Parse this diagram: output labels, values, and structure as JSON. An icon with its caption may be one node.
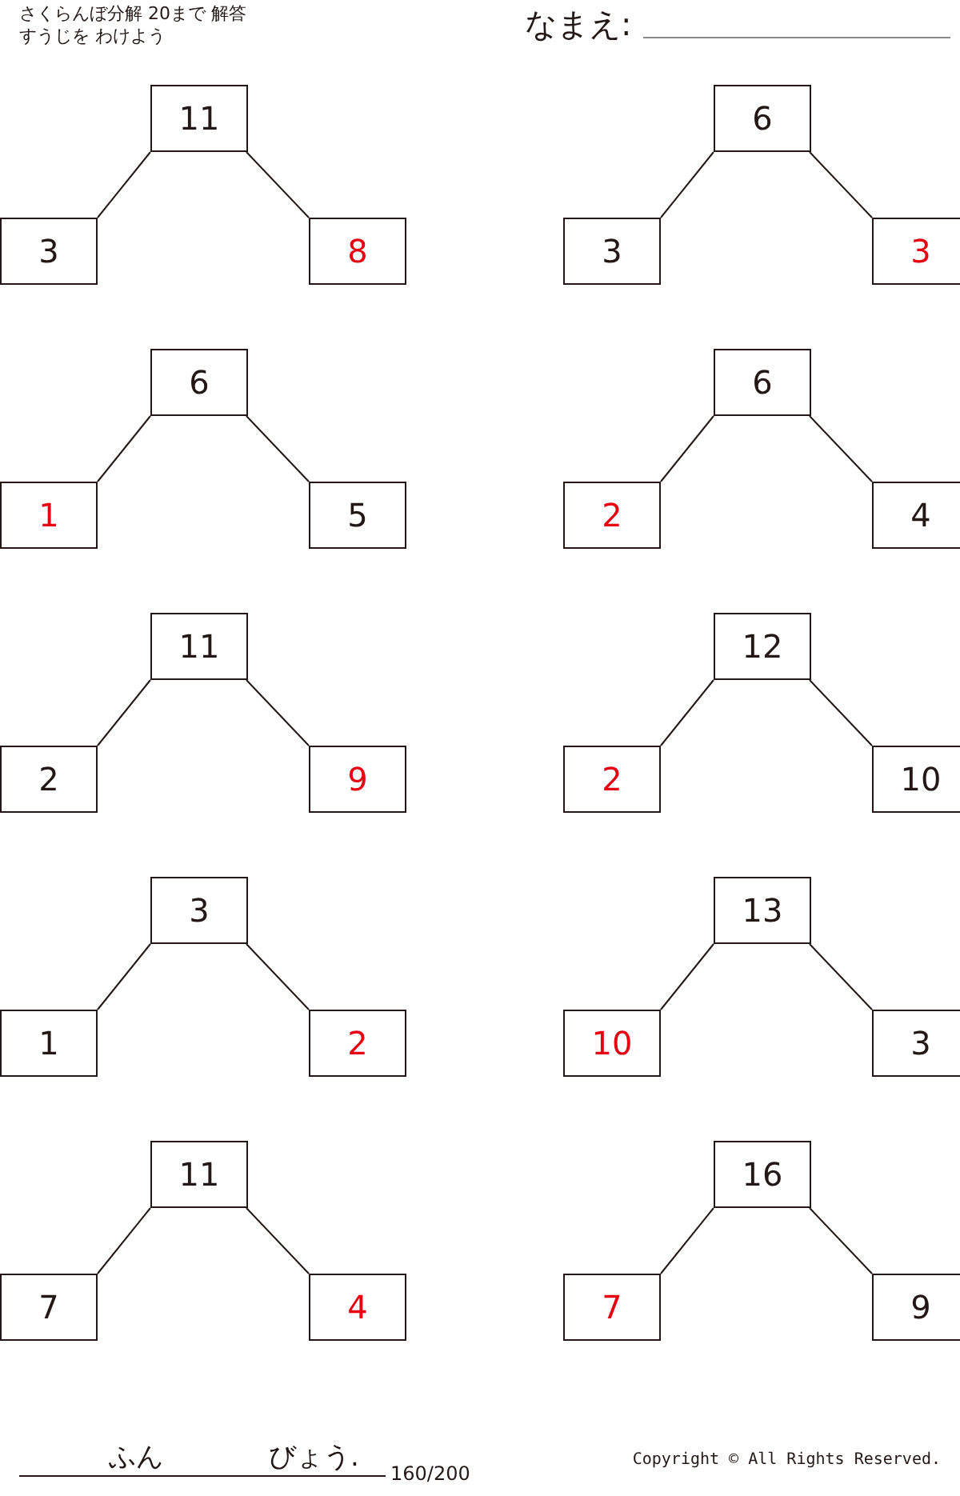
{
  "diagram": {
    "title": "さくらんぼ分解 20まで 解答",
    "nodes": [
      {
        "text": [
          "11"
        ]
      },
      {
        "text": [
          "3"
        ]
      },
      {
        "text": [
          "8"
        ]
      },
      {
        "text": [
          "6"
        ]
      },
      {
        "text": [
          "3"
        ]
      },
      {
        "text": [
          "3"
        ]
      },
      {
        "text": [
          "6"
        ]
      },
      {
        "text": [
          "1"
        ]
      },
      {
        "text": [
          "5"
        ]
      },
      {
        "text": [
          "6"
        ]
      },
      {
        "text": [
          "2"
        ]
      },
      {
        "text": [
          "4"
        ]
      },
      {
        "text": [
          "11"
        ]
      },
      {
        "text": [
          "2"
        ]
      },
      {
        "text": [
          "9"
        ]
      },
      {
        "text": [
          "12"
        ]
      },
      {
        "text": [
          "2"
        ]
      },
      {
        "text": [
          "10"
        ]
      },
      {
        "text": [
          "3"
        ]
      },
      {
        "text": [
          "1"
        ]
      },
      {
        "text": [
          "2"
        ]
      },
      {
        "text": [
          "13"
        ]
      },
      {
        "text": [
          "10"
        ]
      },
      {
        "text": [
          "3"
        ]
      },
      {
        "text": [
          "11"
        ]
      },
      {
        "text": [
          "7"
        ]
      },
      {
        "text": [
          "4"
        ]
      },
      {
        "text": [
          "16"
        ]
      },
      {
        "text": [
          "7"
        ]
      },
      {
        "text": [
          "9"
        ]
      }
    ],
    "edges": [
      {
        "from": 0,
        "to": 1,
        "arrow": "none"
      },
      {
        "from": 0,
        "to": 2,
        "arrow": "none"
      },
      {
        "from": 3,
        "to": 4,
        "arrow": "none"
      },
      {
        "from": 3,
        "to": 5,
        "arrow": "none"
      },
      {
        "from": 6,
        "to": 7,
        "arrow": "none"
      },
      {
        "from": 6,
        "to": 8,
        "arrow": "none"
      },
      {
        "from": 9,
        "to": 10,
        "arrow": "none"
      },
      {
        "from": 9,
        "to": 11,
        "arrow": "none"
      },
      {
        "from": 12,
        "to": 13,
        "arrow": "none"
      },
      {
        "from": 12,
        "to": 14,
        "arrow": "none"
      },
      {
        "from": 15,
        "to": 16,
        "arrow": "none"
      },
      {
        "from": 15,
        "to": 17,
        "arrow": "none"
      },
      {
        "from": 18,
        "to": 19,
        "arrow": "none"
      },
      {
        "from": 18,
        "to": 20,
        "arrow": "none"
      },
      {
        "from": 21,
        "to": 22,
        "arrow": "none"
      },
      {
        "from": 21,
        "to": 23,
        "arrow": "none"
      },
      {
        "from": 24,
        "to": 25,
        "arrow": "none"
      },
      {
        "from": 24,
        "to": 26,
        "arrow": "none"
      },
      {
        "from": 27,
        "to": 28,
        "arrow": "none"
      },
      {
        "from": 27,
        "to": 29,
        "arrow": "none"
      }
    ],
    "labels": [
      "すうじを わけよう",
      "なまえ:",
      "ふん",
      "びょう.",
      "160/200",
      "Copyright © All Rights Reserved."
    ]
  }
}
